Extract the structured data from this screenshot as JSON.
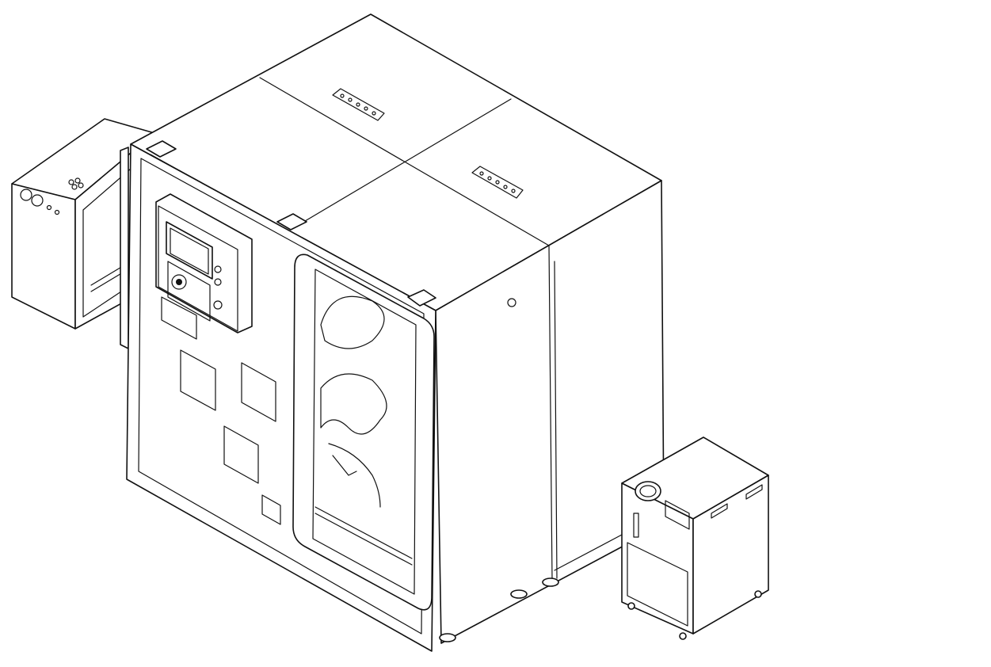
{
  "drawing": {
    "style": "isometric line drawing",
    "line_color": "#111111",
    "background": "#ffffff",
    "components": [
      "main-chamber",
      "side-control-cabinet",
      "chiller-unit"
    ]
  }
}
